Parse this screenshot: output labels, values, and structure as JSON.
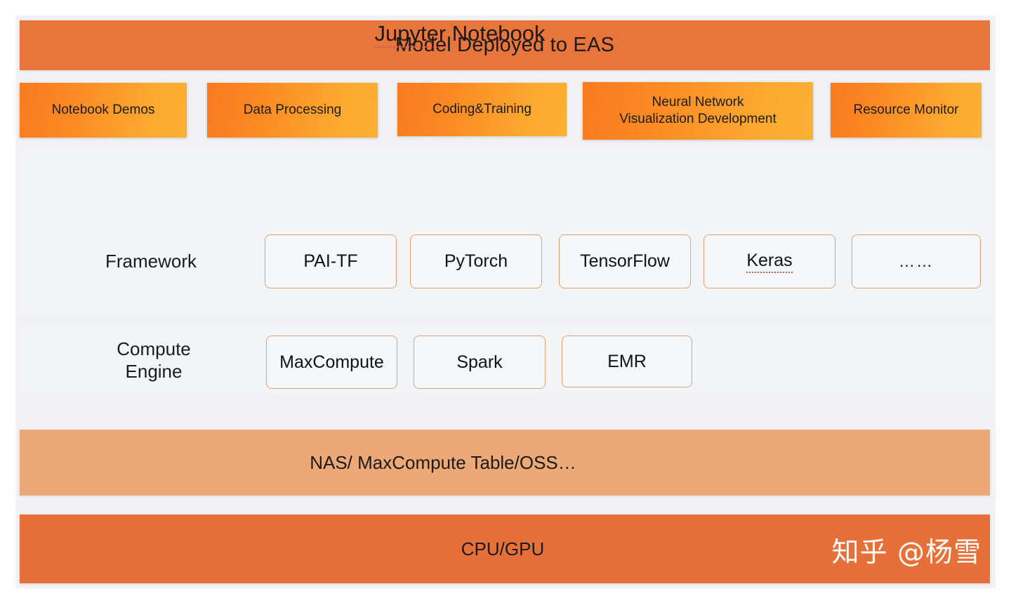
{
  "diagram": {
    "title": "Model  Deployed to EAS",
    "colors": {
      "banner_orange": "#e8763c",
      "hardware_orange": "#e5703a",
      "storage_peach": "#eda877",
      "button_gradient_start": "#f97a20",
      "button_gradient_end": "#fbb034",
      "panel_gray": "#f3f4f5",
      "box_border": "#e0a177",
      "page_background": "#f2f2f4",
      "spellcheck_underline": "#d4595a"
    },
    "top_banner": {
      "label": "Model  Deployed to EAS"
    },
    "capabilities": [
      {
        "label": "Notebook Demos"
      },
      {
        "label": "Data Processing"
      },
      {
        "label": "Coding&Training"
      },
      {
        "line1": "Neural Network",
        "line2": "Visualization Development"
      },
      {
        "label": "Resource Monitor"
      }
    ],
    "framework_panel": {
      "heading_spelled": "Jupyter",
      "heading_rest": " Notebook",
      "row_label": "Framework",
      "boxes": [
        {
          "label": "PAI-TF",
          "spellcheck": false
        },
        {
          "label": "PyTorch",
          "spellcheck": false
        },
        {
          "label": "TensorFlow",
          "spellcheck": false
        },
        {
          "label": "Keras",
          "spellcheck": true
        },
        {
          "label": "……",
          "spellcheck": false
        }
      ]
    },
    "compute_panel": {
      "row_label_line1": "Compute",
      "row_label_line2": "Engine",
      "boxes": [
        {
          "label": "MaxCompute"
        },
        {
          "label": "Spark"
        },
        {
          "label": "EMR"
        }
      ]
    },
    "storage_band": {
      "label": "NAS/ MaxCompute Table/OSS…"
    },
    "hardware_band": {
      "label": "CPU/GPU"
    },
    "watermark": {
      "text": "知乎 @杨雪"
    }
  }
}
